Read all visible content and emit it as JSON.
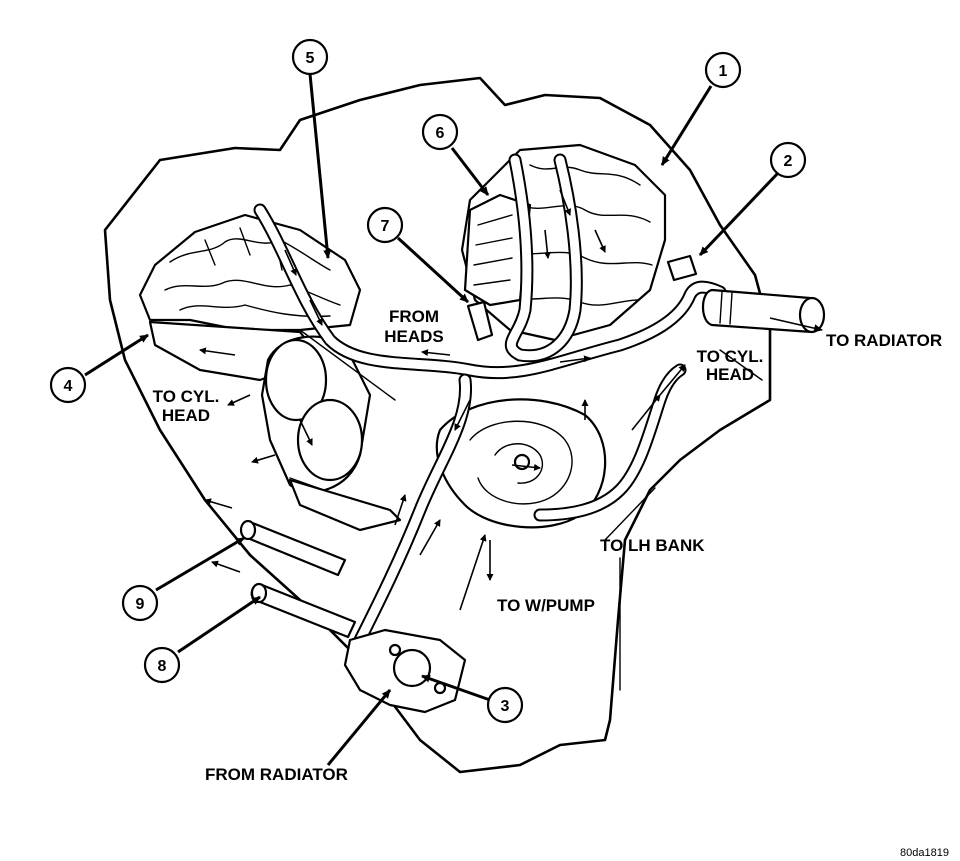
{
  "labels": {
    "to_radiator": "TO RADIATOR",
    "from_heads_1": "FROM",
    "from_heads_2": "HEADS",
    "to_cyl_head_right_1": "TO CYL.",
    "to_cyl_head_right_2": "HEAD",
    "to_cyl_head_left_1": "TO CYL.",
    "to_cyl_head_left_2": "HEAD",
    "to_lh_bank": "TO LH BANK",
    "to_w_pump": "TO W/PUMP",
    "from_radiator": "FROM RADIATOR"
  },
  "callouts": [
    "1",
    "2",
    "3",
    "4",
    "5",
    "6",
    "7",
    "8",
    "9"
  ],
  "figure_id": "80da1819"
}
